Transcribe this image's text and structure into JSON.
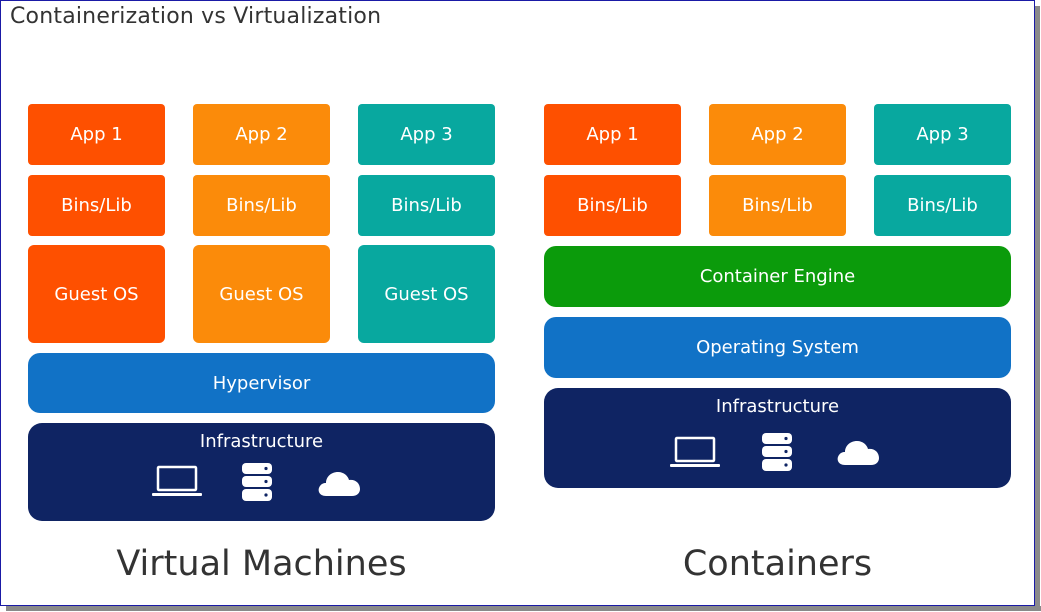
{
  "title": "Containerization vs Virtualization",
  "vm": {
    "apps": [
      "App 1",
      "App 2",
      "App 3"
    ],
    "bins": [
      "Bins/Lib",
      "Bins/Lib",
      "Bins/Lib"
    ],
    "guest_os": [
      "Guest OS",
      "Guest OS",
      "Guest OS"
    ],
    "hypervisor": "Hypervisor",
    "infrastructure": "Infrastructure",
    "caption": "Virtual Machines"
  },
  "containers": {
    "apps": [
      "App 1",
      "App 2",
      "App 3"
    ],
    "bins": [
      "Bins/Lib",
      "Bins/Lib",
      "Bins/Lib"
    ],
    "engine": "Container Engine",
    "os": "Operating System",
    "infrastructure": "Infrastructure",
    "caption": "Containers"
  },
  "icons": [
    "laptop-icon",
    "database-icon",
    "cloud-icon"
  ],
  "colors": {
    "orange": "#fe5000",
    "amber": "#fb8b0a",
    "teal": "#08a89f",
    "green": "#0b9b0b",
    "blue": "#1172c6",
    "navy": "#0f2463"
  }
}
